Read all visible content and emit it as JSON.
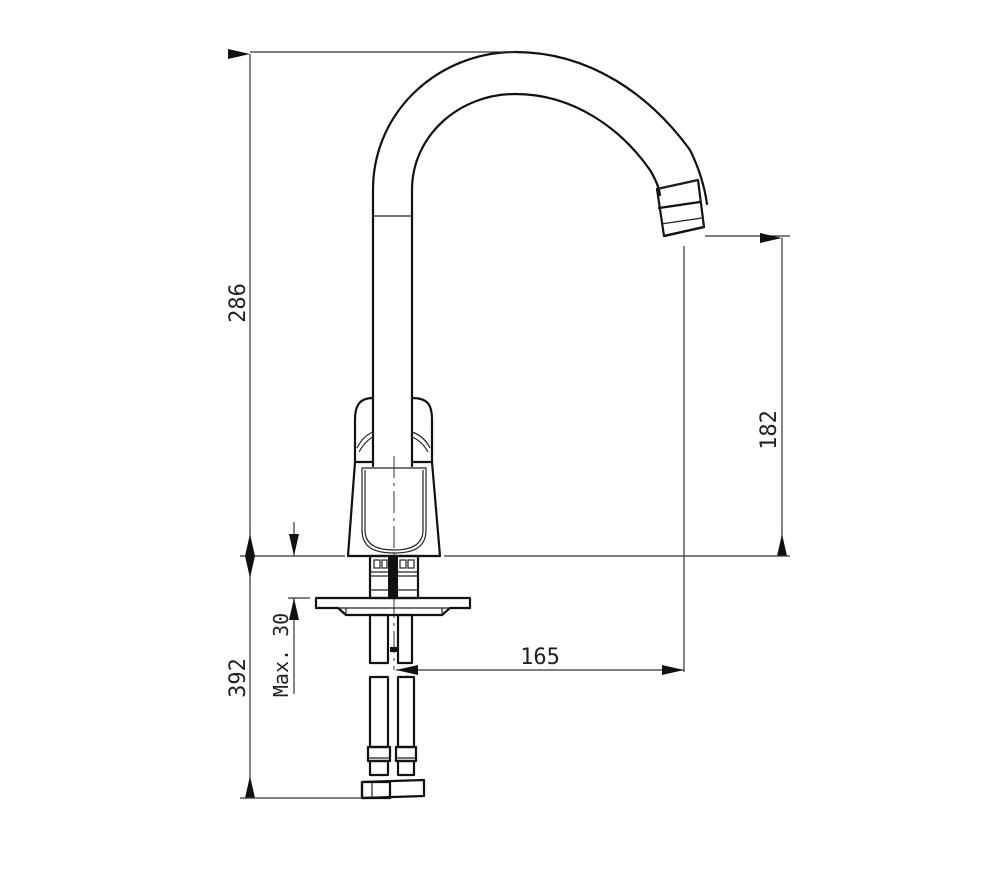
{
  "drawing": {
    "subject": "Kitchen faucet technical dimension drawing",
    "units": "mm",
    "colors": {
      "line": "#111111",
      "background": "#ffffff"
    }
  },
  "dimensions": {
    "total_height": {
      "value": "286",
      "orientation": "vertical"
    },
    "spout_outlet_height": {
      "value": "182",
      "orientation": "vertical"
    },
    "spout_reach": {
      "value": "165",
      "orientation": "horizontal"
    },
    "hose_length": {
      "value": "392",
      "orientation": "vertical"
    },
    "max_deck_thickness": {
      "value": "Max. 30",
      "orientation": "vertical"
    }
  }
}
